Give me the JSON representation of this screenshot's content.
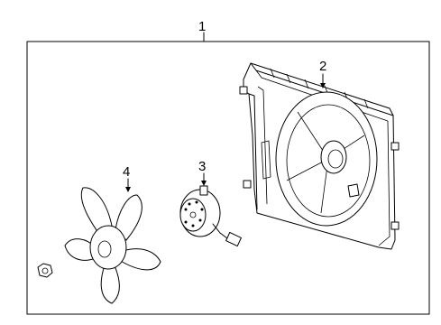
{
  "callouts": {
    "assembly": "1",
    "shroud": "2",
    "motor": "3",
    "fan": "4"
  }
}
